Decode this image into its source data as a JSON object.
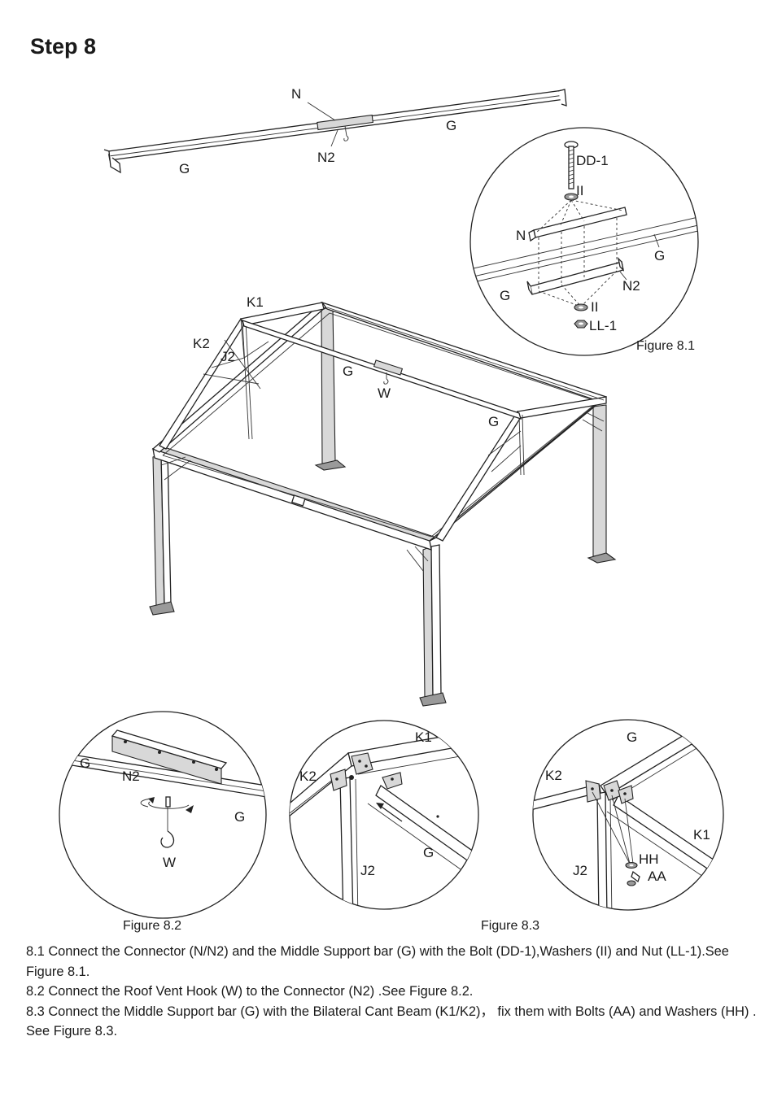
{
  "page": {
    "step_title": "Step 8"
  },
  "labels": {
    "top_bar": {
      "n": "N",
      "g_right": "G",
      "n2": "N2",
      "g_left": "G"
    },
    "main_frame": {
      "k1": "K1",
      "k2": "K2",
      "j2": "J2",
      "g_center": "G",
      "w": "W",
      "g_right": "G"
    },
    "fig81": {
      "dd1": "DD-1",
      "ii_top": "II",
      "n": "N",
      "g_right": "G",
      "g_left": "G",
      "n2": "N2",
      "ii_bottom": "II",
      "ll1": "LL-1"
    },
    "fig82": {
      "g_left": "G",
      "n2": "N2",
      "g_right": "G",
      "w": "W"
    },
    "fig83a": {
      "k1": "K1",
      "k2": "K2",
      "g": "G",
      "j2": "J2"
    },
    "fig83b": {
      "g": "G",
      "k2": "K2",
      "k1": "K1",
      "hh": "HH",
      "aa": "AA",
      "j2": "J2"
    }
  },
  "captions": {
    "fig81": "Figure 8.1",
    "fig82": "Figure 8.2",
    "fig83": "Figure 8.3"
  },
  "instructions": [
    "8.1 Connect the Connector (N/N2) and the Middle Support bar (G) with the Bolt (DD-1),Washers (II) and Nut (LL-1).See Figure 8.1.",
    "8.2 Connect the Roof Vent Hook (W) to the Connector (N2) .See Figure 8.2.",
    "8.3 Connect the Middle Support bar (G) with the Bilateral Cant Beam (K1/K2)， fix them with Bolts (AA) and Washers (HH) . See Figure 8.3."
  ]
}
